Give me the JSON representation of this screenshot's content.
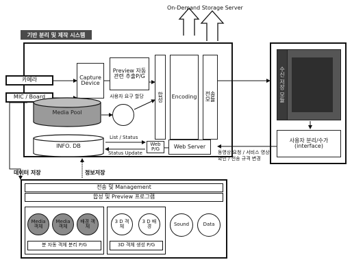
{
  "header": {
    "top_label": "On-Demand Storage Server",
    "banner": "기반 분리 및 제작 시스템"
  },
  "inputs": {
    "camera": "카메라",
    "mic_board": "MIC / Board"
  },
  "modules": {
    "capture_device": "Capture Device",
    "preview_extract": "Preview 자동관련 추출P/G",
    "synthesis": "합성",
    "encoding": "Encoding",
    "transmit_module": "전송 모듈",
    "media_pool": "Media Pool",
    "user_request": "사용자 요구 할당",
    "info_db": "INFO. DB",
    "list_status": "List / Status",
    "status_update": "Status Update",
    "web_pg": "Web P/G",
    "web_server": "Web Server"
  },
  "right_side": {
    "storage_vertical": "수신 저장 모듈",
    "user_interface": "사용자 분리/수가 (interface)",
    "request_note": "동영상 요청 / 서비스 영상 확인 / 전송 규격 변경"
  },
  "side_labels": {
    "data_save": "데이터 저장",
    "info_save": "정보저장"
  },
  "bottom": {
    "management": "전송 및 Management",
    "synthesis_preview": "합성 및 Preview 프로그램",
    "circles": [
      "Media 객체",
      "Media 객체",
      "배경 객체",
      "3 D 객체",
      "3 D 배경",
      "Sound",
      "Data"
    ],
    "separation_pg": "분 자동 객체 분리 P/G",
    "three_d_pg": "3D 객체 생성 P/G"
  }
}
